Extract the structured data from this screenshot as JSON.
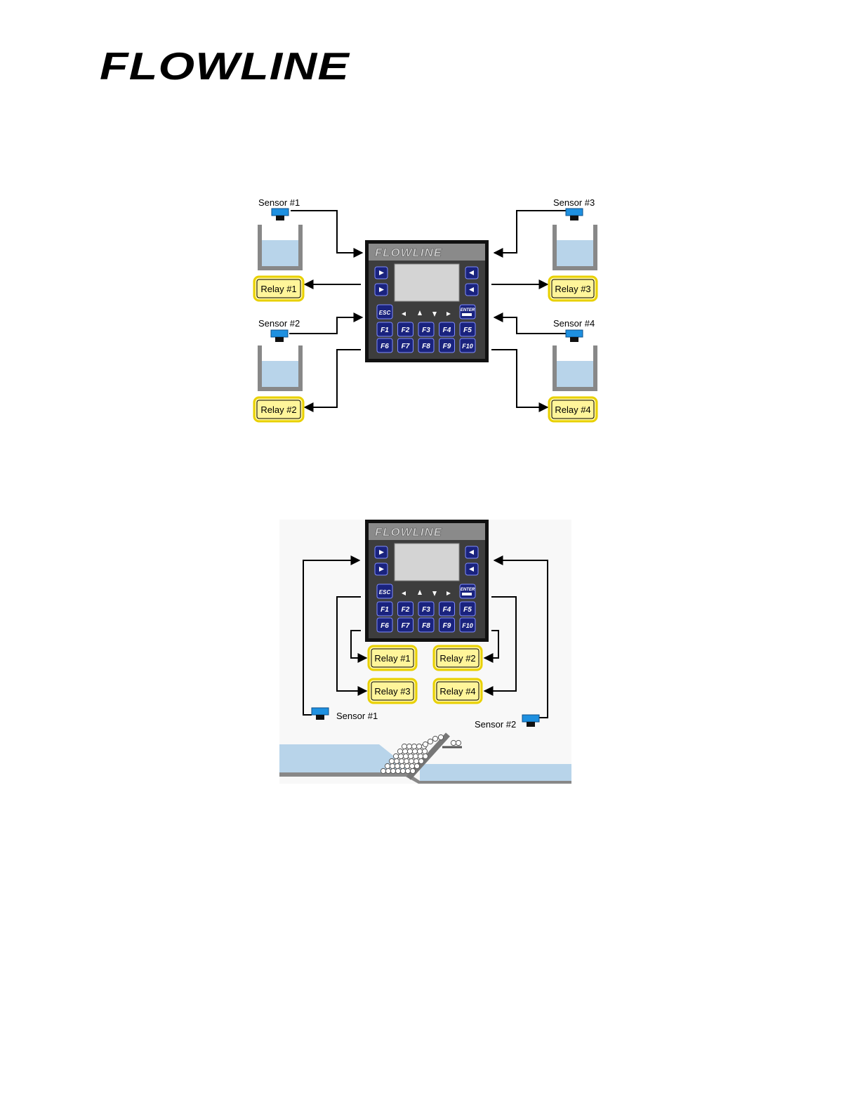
{
  "logo": {
    "text": "FLOWLINE"
  },
  "controller": {
    "brand": "FLOWLINE",
    "esc": "ESC",
    "enter": "ENTER",
    "function_keys": [
      "F1",
      "F2",
      "F3",
      "F4",
      "F5",
      "F6",
      "F7",
      "F8",
      "F9",
      "F10"
    ]
  },
  "diagram1": {
    "sensors": [
      "Sensor #1",
      "Sensor #2",
      "Sensor #3",
      "Sensor #4"
    ],
    "relays": [
      "Relay #1",
      "Relay #2",
      "Relay #3",
      "Relay #4"
    ]
  },
  "diagram2": {
    "sensors": [
      "Sensor #1",
      "Sensor #2"
    ],
    "relays": [
      "Relay #1",
      "Relay #2",
      "Relay #3",
      "Relay #4"
    ]
  },
  "colors": {
    "sensor_blue": "#1e90e0",
    "relay_fill": "#fff59a",
    "relay_border": "#e8d000",
    "liquid": "#b8d4ea",
    "controller_body": "#3a3a3a",
    "key_blue": "#1a237e"
  }
}
